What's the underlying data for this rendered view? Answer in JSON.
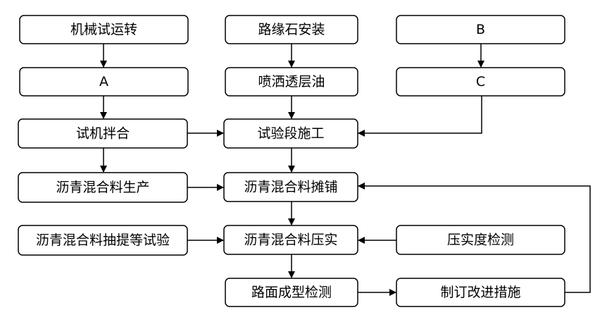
{
  "nodes": {
    "machine_test": "机械试运转",
    "a": "A",
    "trial_mix": "试机拌合",
    "asphalt_production": "沥青混合料生产",
    "asphalt_sampling_test": "沥青混合料抽提等试验",
    "curb_install": "路缘石安装",
    "prime_coat": "喷洒透层油",
    "trial_section": "试验段施工",
    "asphalt_paving": "沥青混合料摊铺",
    "asphalt_compaction": "沥青混合料压实",
    "surface_inspection": "路面成型检测",
    "b": "B",
    "c": "C",
    "compaction_check": "压实度检测",
    "improvement_measures": "制订改进措施"
  }
}
